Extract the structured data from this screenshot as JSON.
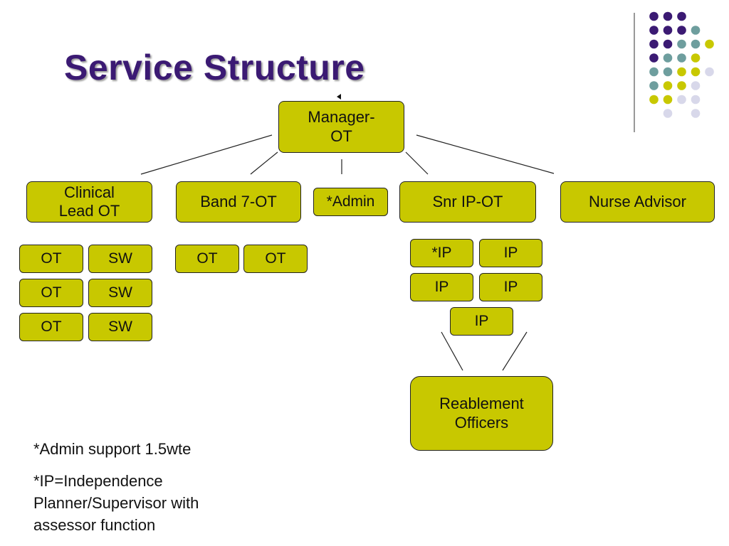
{
  "title": "Service Structure",
  "manager": "Manager-\nOT",
  "level2": {
    "clinical_lead": "Clinical\nLead OT",
    "band7": "Band 7-OT",
    "admin": "*Admin",
    "snr_ip": "Snr IP-OT",
    "nurse_advisor": "Nurse Advisor"
  },
  "clinical_team": [
    [
      "OT",
      "SW"
    ],
    [
      "OT",
      "SW"
    ],
    [
      "OT",
      "SW"
    ]
  ],
  "band7_team": [
    "OT",
    "OT"
  ],
  "ip_team": [
    "*IP",
    "IP",
    "IP",
    "IP",
    "IP"
  ],
  "reablement": "Reablement\nOfficers",
  "notes": {
    "admin": "*Admin support 1.5wte",
    "ip": "*IP=Independence\nPlanner/Supervisor with\nassessor function"
  },
  "colors": {
    "purple": "#3b1a73",
    "teal": "#6e9e9e",
    "olive": "#c8c800",
    "lavender": "#d8d8ea",
    "box_fill": "#c8c800"
  }
}
